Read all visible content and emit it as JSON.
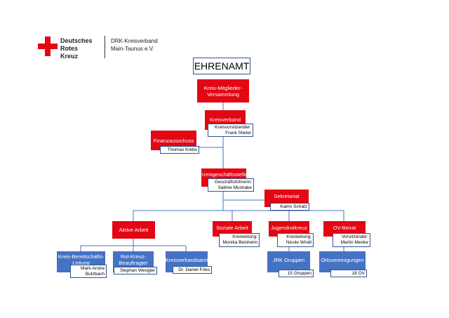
{
  "logo": {
    "line1": "Deutsches",
    "line2": "Rotes",
    "line3": "Kreuz"
  },
  "org": {
    "line1": "DRK-Kreisverband",
    "line2": "Main-Taunus e.V."
  },
  "title": "EHRENAMT",
  "nodes": {
    "versammlung": {
      "line1": "Kreis-Mitglieder-",
      "line2": "Versammlung"
    },
    "kreisverband": {
      "label": "Kreisverband",
      "note1": "Kreisvorsitzender:",
      "note2": "Frank Stieler"
    },
    "finanz": {
      "label": "Finanzausschuss",
      "note1": "Thomas Krebs"
    },
    "geschaeft": {
      "label": "Kreisgeschäftsstelle",
      "note1": "Geschäftsführerin:",
      "note2": "Sabine Mushake"
    },
    "sekretariat": {
      "label": "Sekretariat",
      "note1": "Katrin Schatz"
    },
    "aktiv": {
      "label": "Aktive Arbeit"
    },
    "sozial": {
      "label": "Soziale Arbeit",
      "note1": "Kreisleitung:",
      "note2": "Monika Beisheim"
    },
    "jugend": {
      "label": "Jugendrotkreuz",
      "note1": "Kreisleitung:",
      "note2": "Nicole Windl"
    },
    "ovbeirat": {
      "label": "OV-Beirat",
      "note1": "Vorsitzender:",
      "note2": "Martin Menke"
    },
    "bereitschaft": {
      "line1": "Kreis-Bereitschafts-",
      "line2": "Leitung",
      "note1": "Mark-Andre",
      "note2": "Butzbach"
    },
    "beauftragter": {
      "line1": "Rot-Kreuz-",
      "line2": "Beauftragter",
      "note1": "Stephan Wengler"
    },
    "arzt": {
      "label": "Kreisverbandsarzt",
      "note1": "Dr. Daniel Fries"
    },
    "jrk": {
      "label": "JRK Gruppen",
      "note1": "15 Gruppen"
    },
    "ov": {
      "label": "Ortsvereinigungen",
      "note1": "18 OV"
    }
  },
  "colors": {
    "red": "#e30613",
    "blue": "#4472c4",
    "line": "#4472c4"
  }
}
